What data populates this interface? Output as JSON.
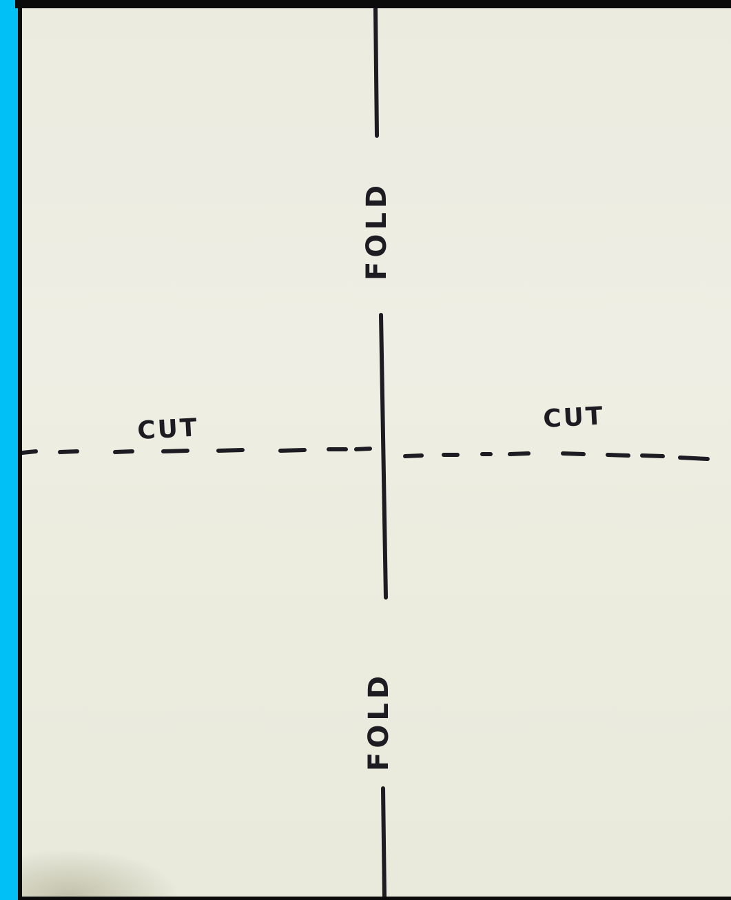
{
  "labels": {
    "fold_top": "FOLD",
    "fold_bottom": "FOLD",
    "cut_left": "CUT",
    "cut_right": "CUT"
  },
  "colors": {
    "background": "#00c0f5",
    "paper": "#eeeee4",
    "ink": "#1c1c22"
  }
}
